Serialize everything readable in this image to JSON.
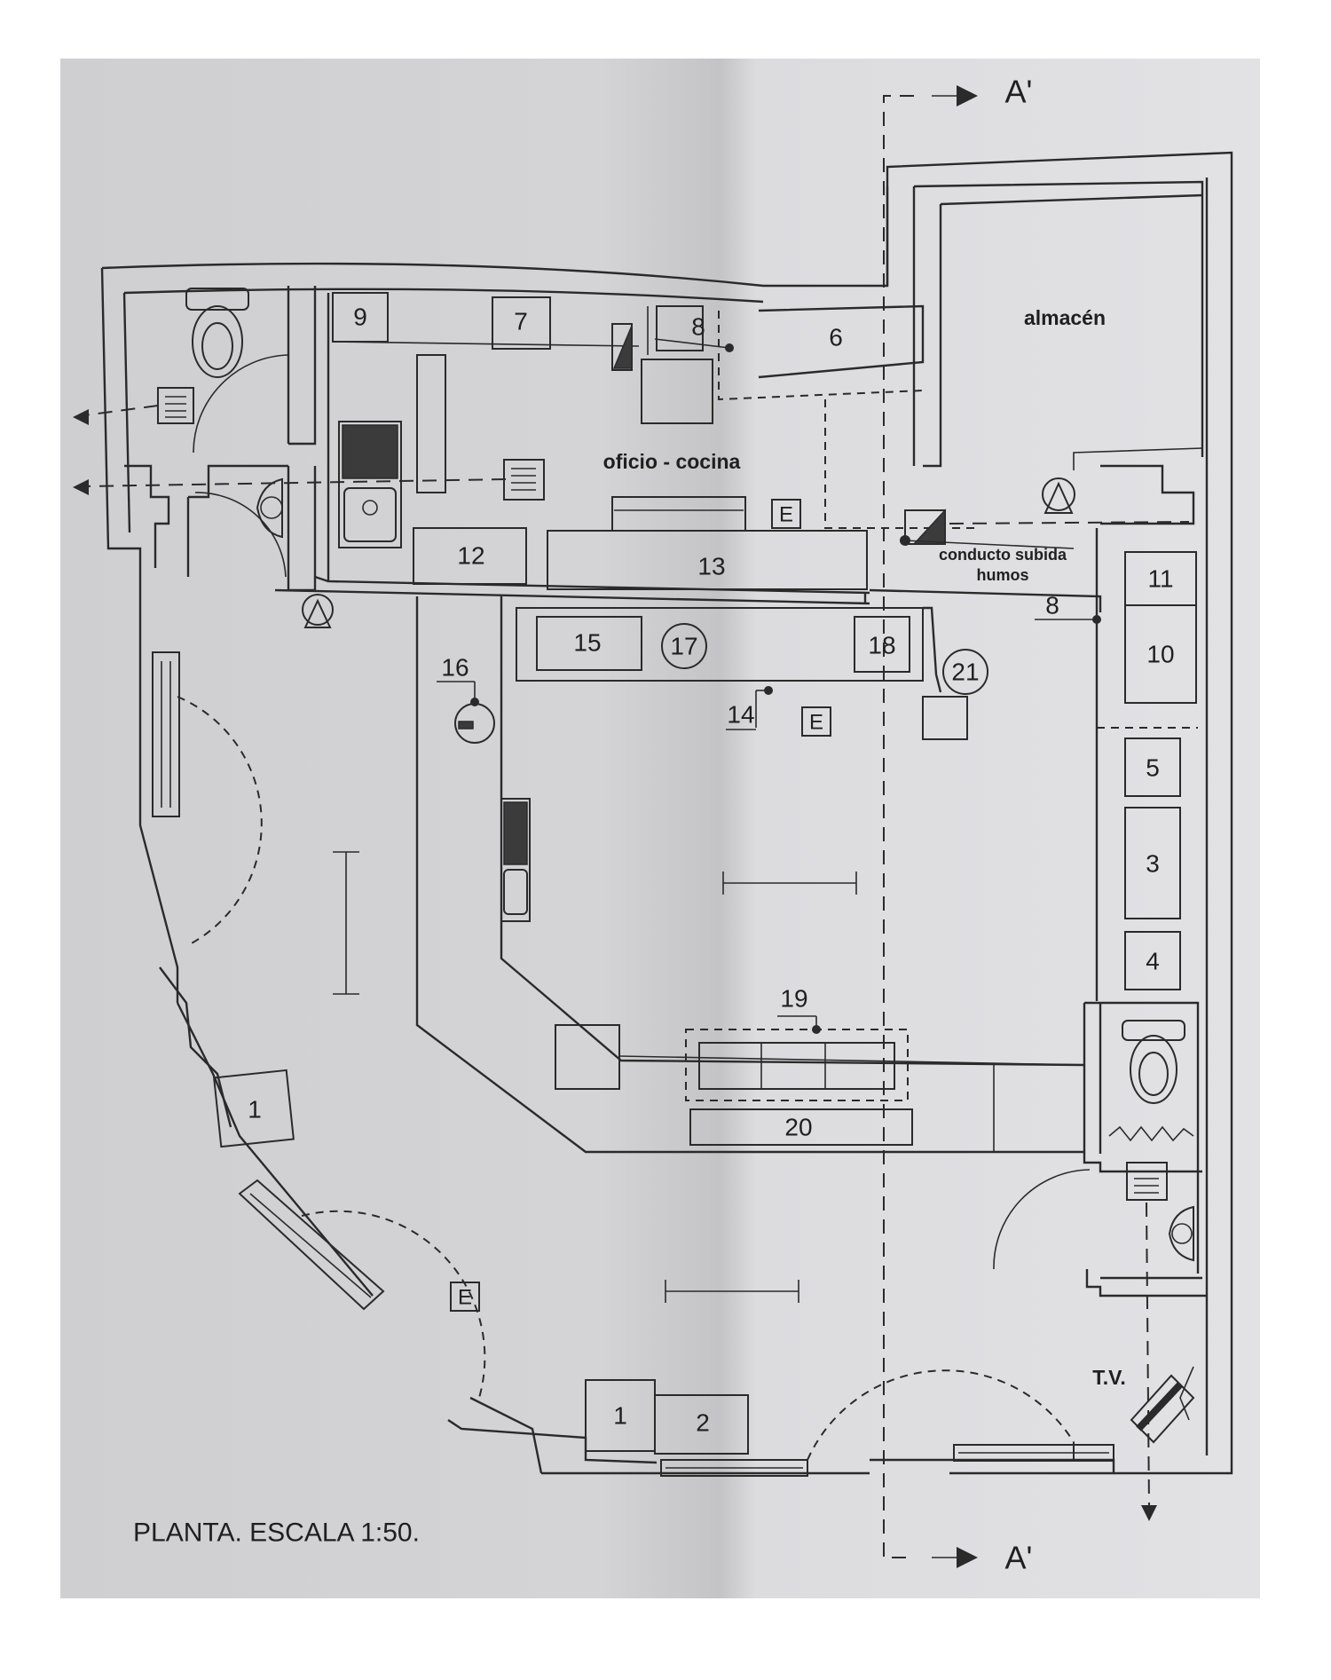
{
  "section_label": "A'",
  "room_labels": {
    "kitchen": "oficio - cocina",
    "storage": "almacén",
    "smoke_duct_line1": "conducto subida",
    "smoke_duct_line2": "humos",
    "tv": "T.V."
  },
  "item_numbers": {
    "n1": "1",
    "n2": "2",
    "n3": "3",
    "n4": "4",
    "n5": "5",
    "n6": "6",
    "n7": "7",
    "n8": "8",
    "n9": "9",
    "n10": "10",
    "n11": "11",
    "n12": "12",
    "n13": "13",
    "n14": "14",
    "n15": "15",
    "n16": "16",
    "n17": "17",
    "n18": "18",
    "n19": "19",
    "n20": "20",
    "n21": "21"
  },
  "exit_marker": "E",
  "caption": "PLANTA. ESCALA 1:50."
}
